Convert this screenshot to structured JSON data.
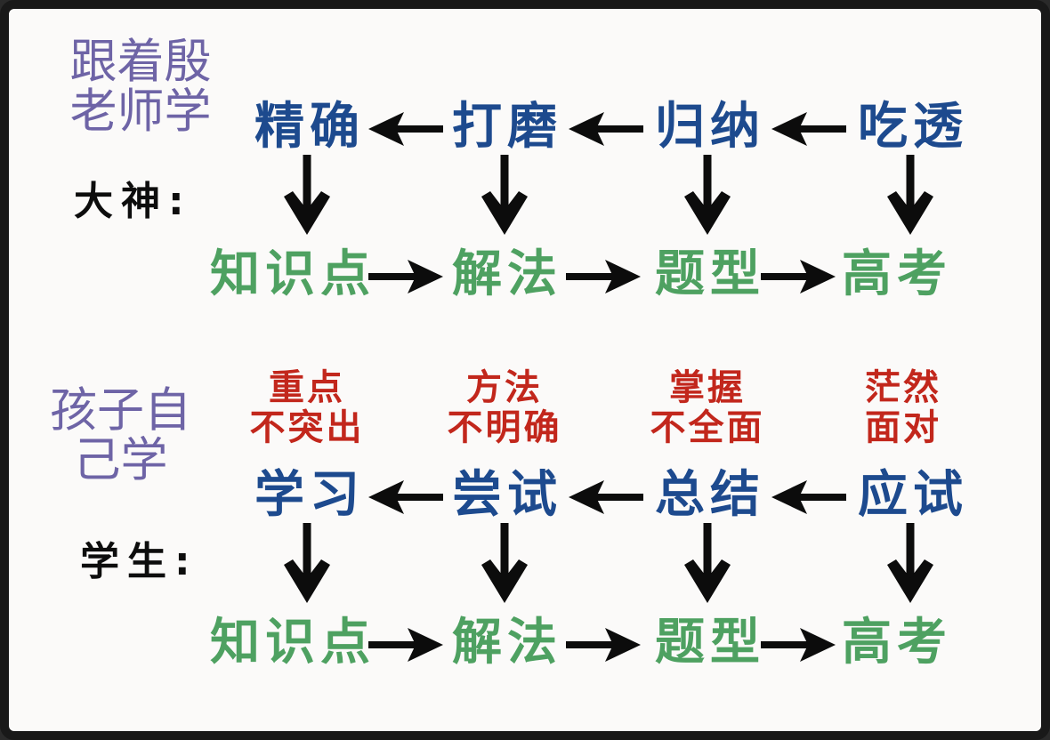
{
  "frame": {
    "background_color": "#fbfaf9",
    "border_color": "#191919"
  },
  "colors": {
    "process_blue": "#1d4a8e",
    "outcome_green": "#4ea161",
    "issue_red": "#c2271c",
    "side_purple": "#6e64a6",
    "arrow_black": "#0c0c0c"
  },
  "icons": {
    "arrow_left": "←",
    "arrow_right": "→",
    "arrow_down": "↓"
  },
  "master": {
    "side_label_lines": [
      "跟着殷",
      "老师学"
    ],
    "role_label": "大神:",
    "process_chain": [
      "精确",
      "打磨",
      "归纳",
      "吃透"
    ],
    "outcome_chain": [
      "知识点",
      "解法",
      "题型",
      "高考"
    ]
  },
  "student": {
    "side_label_lines": [
      "孩子自",
      "己学"
    ],
    "role_label": "学生:",
    "issues": [
      {
        "line1": "重点",
        "line2": "不突出"
      },
      {
        "line1": "方法",
        "line2": "不明确"
      },
      {
        "line1": "掌握",
        "line2": "不全面"
      },
      {
        "line1": "茫然",
        "line2": "面对"
      }
    ],
    "process_chain": [
      "学习",
      "尝试",
      "总结",
      "应试"
    ],
    "outcome_chain": [
      "知识点",
      "解法",
      "题型",
      "高考"
    ]
  }
}
